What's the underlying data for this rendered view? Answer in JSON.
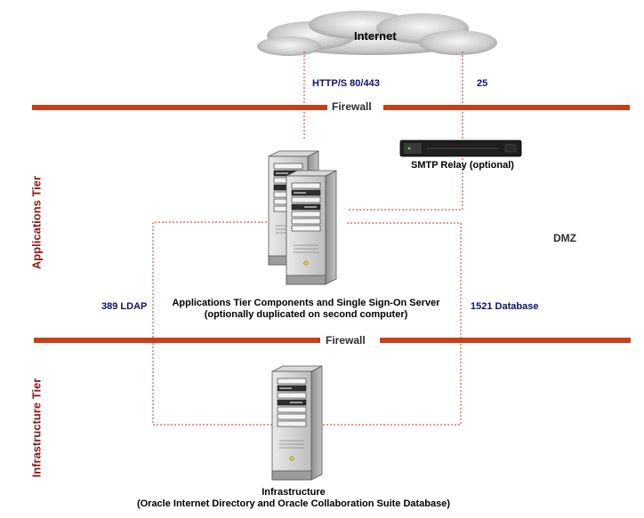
{
  "cloud": {
    "label": "Internet"
  },
  "connections": {
    "http": "HTTP/S 80/443",
    "smtp_port": "25",
    "ldap": "389 LDAP",
    "database": "1521 Database"
  },
  "firewalls": {
    "top": "Firewall",
    "bottom": "Firewall"
  },
  "tiers": {
    "applications": "Applications Tier",
    "infrastructure": "Infrastructure Tier"
  },
  "zones": {
    "dmz": "DMZ"
  },
  "servers": {
    "smtp": "SMTP Relay (optional)",
    "app_line1": "Applications Tier Components and  Single Sign-On  Server",
    "app_line2": "(optionally duplicated on second computer)",
    "infra_line1": "Infrastructure",
    "infra_line2": "(Oracle Internet Directory and Oracle Collaboration Suite Database)"
  },
  "colors": {
    "firewall": "#c8401a",
    "connection": "#d03030",
    "tier_label": "#8b1a1a",
    "port_label": "#10106b"
  }
}
